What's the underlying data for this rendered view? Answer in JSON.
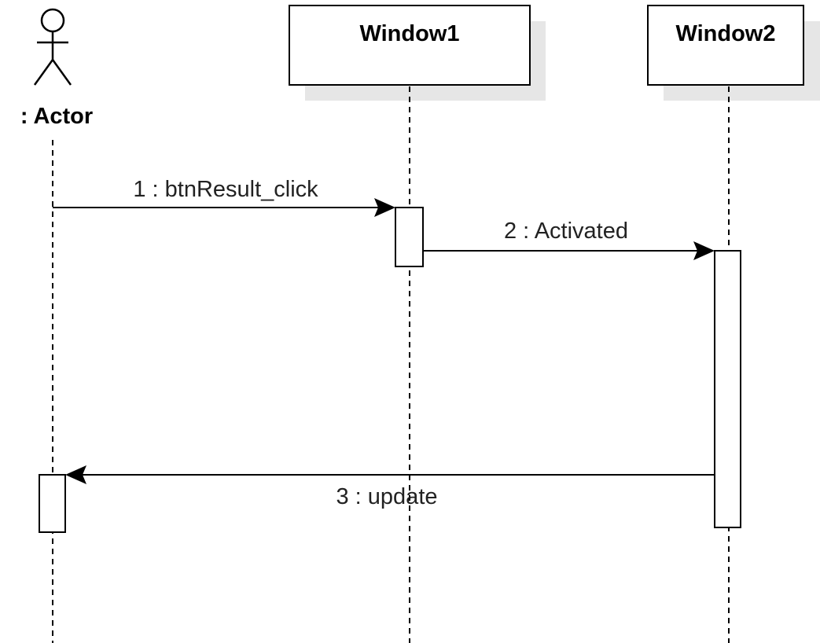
{
  "actor": {
    "label": ": Actor"
  },
  "lifelines": [
    {
      "label": "Window1"
    },
    {
      "label": "Window2"
    }
  ],
  "messages": [
    {
      "label": "1 : btnResult_click",
      "from": "Actor",
      "to": "Window1"
    },
    {
      "label": "2 : Activated",
      "from": "Window1",
      "to": "Window2"
    },
    {
      "label": "3 : update",
      "from": "Window2",
      "to": "Actor"
    }
  ],
  "colors": {
    "line": "#000000",
    "text": "#222222",
    "shadow": "#e6e6e6",
    "background": "#ffffff"
  }
}
